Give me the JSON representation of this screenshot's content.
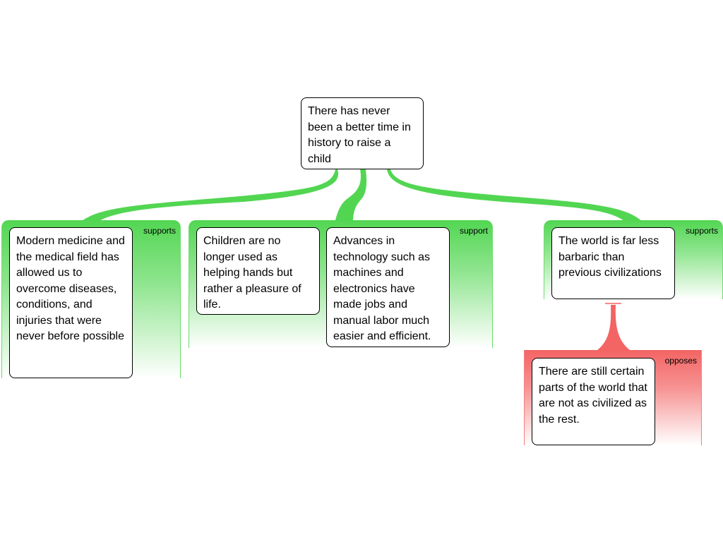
{
  "colors": {
    "support_green": "#52d652",
    "oppose_red": "#f36464"
  },
  "main_claim": {
    "text": "There has never been a better time in history to raise a child"
  },
  "groups": [
    {
      "relation": "supports",
      "claims": [
        "Modern medicine and the medical field has allowed us to overcome diseases, conditions, and injuries that were never before possible"
      ]
    },
    {
      "relation": "support",
      "claims": [
        "Children are no longer used as helping hands but rather a pleasure of life.",
        "Advances in technology such as machines and electronics have made jobs and manual labor much easier and efficient."
      ]
    },
    {
      "relation": "supports",
      "claims": [
        "The world is far less barbaric than previous civilizations"
      ]
    },
    {
      "relation": "opposes",
      "claims": [
        "There are still certain parts of the world that are not as civilized as the rest."
      ]
    }
  ]
}
